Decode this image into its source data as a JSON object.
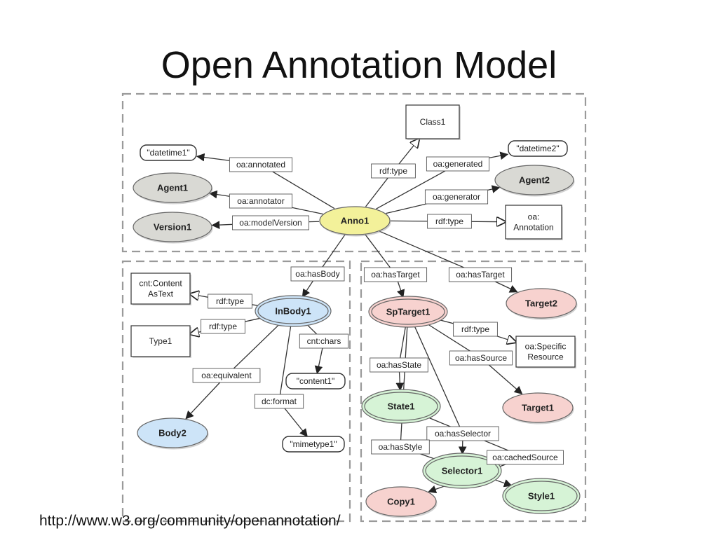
{
  "slide": {
    "title": "Open Annotation Model",
    "footer": "http://www.w3.org/community/openannotation/"
  },
  "colors": {
    "anno": "#f3f19a",
    "agent": "#d9d9d4",
    "body": "#cde4f8",
    "target": "#f7d2cf",
    "state": "#d6f3d6",
    "border_dash": "#9a9a9a"
  },
  "diagram": {
    "nodes": [
      {
        "id": "anno1",
        "kind": "ellipse",
        "label": "Anno1",
        "color": "anno"
      },
      {
        "id": "agent1",
        "kind": "ellipse",
        "label": "Agent1",
        "color": "agent"
      },
      {
        "id": "version1",
        "kind": "ellipse",
        "label": "Version1",
        "color": "agent"
      },
      {
        "id": "agent2",
        "kind": "ellipse",
        "label": "Agent2",
        "color": "agent"
      },
      {
        "id": "datetime1",
        "kind": "literal",
        "label": "\"datetime1\""
      },
      {
        "id": "datetime2",
        "kind": "literal",
        "label": "\"datetime2\""
      },
      {
        "id": "class1",
        "kind": "class",
        "label": [
          "Class1"
        ]
      },
      {
        "id": "oaAnnotation",
        "kind": "class",
        "label": [
          "oa:",
          "Annotation"
        ]
      },
      {
        "id": "inbody1",
        "kind": "ellipse",
        "label": "InBody1",
        "color": "body",
        "double": true
      },
      {
        "id": "cntContent",
        "kind": "class",
        "label": [
          "cnt:Content",
          "AsText"
        ]
      },
      {
        "id": "type1",
        "kind": "class",
        "label": [
          "Type1"
        ]
      },
      {
        "id": "content1",
        "kind": "literal",
        "label": "\"content1\""
      },
      {
        "id": "body2",
        "kind": "ellipse",
        "label": "Body2",
        "color": "body"
      },
      {
        "id": "mimetype1",
        "kind": "literal",
        "label": "\"mimetype1\""
      },
      {
        "id": "sptarget1",
        "kind": "ellipse",
        "label": "SpTarget1",
        "color": "target",
        "double": true
      },
      {
        "id": "target2",
        "kind": "ellipse",
        "label": "Target2",
        "color": "target"
      },
      {
        "id": "oaSpecific",
        "kind": "class",
        "label": [
          "oa:Specific",
          "Resource"
        ]
      },
      {
        "id": "target1",
        "kind": "ellipse",
        "label": "Target1",
        "color": "target"
      },
      {
        "id": "state1",
        "kind": "ellipse",
        "label": "State1",
        "color": "state",
        "double": true
      },
      {
        "id": "selector1",
        "kind": "ellipse",
        "label": "Selector1",
        "color": "state",
        "double": true
      },
      {
        "id": "copy1",
        "kind": "ellipse",
        "label": "Copy1",
        "color": "target"
      },
      {
        "id": "style1",
        "kind": "ellipse",
        "label": "Style1",
        "color": "state",
        "double": true
      }
    ],
    "edges": [
      {
        "from": "anno1",
        "to": "datetime1",
        "label": "oa:annotated",
        "head": "filled"
      },
      {
        "from": "anno1",
        "to": "agent1",
        "label": "oa:annotator",
        "head": "filled"
      },
      {
        "from": "anno1",
        "to": "version1",
        "label": "oa:modelVersion",
        "head": "filled"
      },
      {
        "from": "anno1",
        "to": "class1",
        "label": "rdf:type",
        "head": "open"
      },
      {
        "from": "anno1",
        "to": "datetime2",
        "label": "oa:generated",
        "head": "filled"
      },
      {
        "from": "anno1",
        "to": "agent2",
        "label": "oa:generator",
        "head": "filled"
      },
      {
        "from": "anno1",
        "to": "oaAnnotation",
        "label": "rdf:type",
        "head": "open"
      },
      {
        "from": "anno1",
        "to": "inbody1",
        "label": "oa:hasBody",
        "head": "filled"
      },
      {
        "from": "anno1",
        "to": "sptarget1",
        "label": "oa:hasTarget",
        "head": "filled"
      },
      {
        "from": "anno1",
        "to": "target2",
        "label": "oa:hasTarget",
        "head": "filled"
      },
      {
        "from": "inbody1",
        "to": "cntContent",
        "label": "rdf:type",
        "head": "open"
      },
      {
        "from": "inbody1",
        "to": "type1",
        "label": "rdf:type",
        "head": "open"
      },
      {
        "from": "inbody1",
        "to": "content1",
        "label": "cnt:chars",
        "head": "filled"
      },
      {
        "from": "inbody1",
        "to": "body2",
        "label": "oa:equivalent",
        "head": "filled"
      },
      {
        "from": "inbody1",
        "to": "mimetype1",
        "label": "dc:format",
        "head": "filled"
      },
      {
        "from": "sptarget1",
        "to": "oaSpecific",
        "label": "rdf:type",
        "head": "open"
      },
      {
        "from": "sptarget1",
        "to": "target1",
        "label": "oa:hasSource",
        "head": "filled"
      },
      {
        "from": "sptarget1",
        "to": "state1",
        "label": "oa:hasState",
        "head": "filled"
      },
      {
        "from": "sptarget1",
        "to": "selector1",
        "label": "oa:hasSelector",
        "head": "filled"
      },
      {
        "from": "sptarget1",
        "to": "style1",
        "label": "oa:hasStyle",
        "head": "filled"
      },
      {
        "from": "state1",
        "to": "copy1",
        "label": "oa:cachedSource",
        "head": "filled"
      }
    ]
  }
}
